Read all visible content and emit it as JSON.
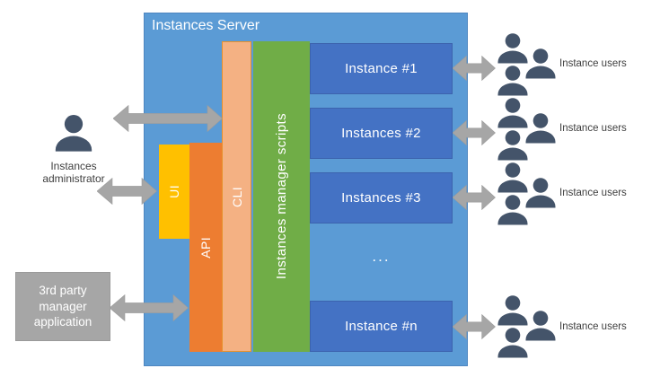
{
  "server": {
    "title": "Instances Server"
  },
  "bars": {
    "ui": "UI",
    "api": "API",
    "cli": "CLI",
    "scripts": "Instances manager scripts"
  },
  "instances": [
    {
      "label": "Instance #1"
    },
    {
      "label": "Instances #2"
    },
    {
      "label": "Instances #3"
    },
    {
      "label": "Instance #n"
    }
  ],
  "ellipsis": "...",
  "administrator": {
    "line1": "Instances",
    "line2": "administrator"
  },
  "third_party": {
    "line1": "3rd party",
    "line2": "manager",
    "line3": "application"
  },
  "user_groups": [
    {
      "label": "Instance users"
    },
    {
      "label": "Instance users"
    },
    {
      "label": "Instance users"
    },
    {
      "label": "Instance users"
    }
  ],
  "colors": {
    "server_bg": "#5B9BD5",
    "instance_bg": "#4472C4",
    "scripts_bg": "#70AD47",
    "api_bg": "#ED7D31",
    "cli_bg": "#F4B183",
    "ui_bg": "#FFC000",
    "third_party_bg": "#A6A6A6",
    "arrow": "#A6A6A6",
    "person_icon": "#44546A"
  }
}
